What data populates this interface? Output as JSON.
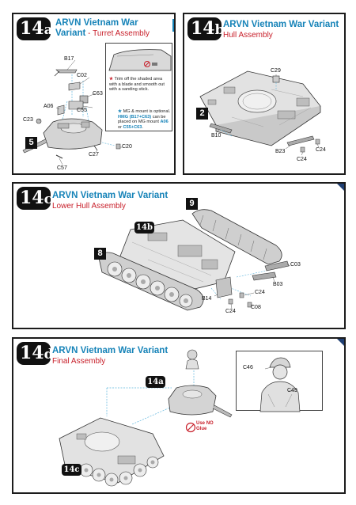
{
  "panels": {
    "a": {
      "step_main": "14",
      "step_sub": "a",
      "title_line1": "ARVN Vietnam War",
      "title_line2": "Variant",
      "title_sep": " - ",
      "subtitle": "Turret Assembly",
      "badge_letter": "E",
      "sub_step": "5",
      "parts": [
        "B17",
        "C02",
        "A06",
        "C55",
        "C63",
        "C23",
        "C27",
        "C20",
        "C57"
      ],
      "note_trim": "Trim off the shaded area with a blade and smooth out with a sanding stick.",
      "note_mg_1": "MG & mount is optional.",
      "note_mg_hmg": "HMG",
      "note_mg_code": "(B17+C63)",
      "note_mg_2": "can be placed on MG mount",
      "note_mg_a06": "A06",
      "note_mg_or": "or",
      "note_mg_c55": "C55+C63",
      "note_mg_end": "."
    },
    "b": {
      "step_main": "14",
      "step_sub": "b",
      "title": "ARVN Vietnam War Variant",
      "subtitle": "Hull Assembly",
      "sub_step": "2",
      "parts": [
        "C29",
        "B10",
        "B23",
        "C24",
        "C24"
      ]
    },
    "c": {
      "step_main": "14",
      "step_sub": "c",
      "title": "ARVN Vietnam War Variant",
      "subtitle": "Lower Hull Assembly",
      "ref_badge": "14b",
      "sub_step_right": "9",
      "sub_step_left": "8",
      "parts": [
        "C03",
        "B03",
        "C24",
        "B14",
        "C24",
        "C08"
      ]
    },
    "d": {
      "step_main": "14",
      "step_sub": "d",
      "title": "ARVN Vietnam War Variant",
      "subtitle": "Final Assembly",
      "ref_top": "14a",
      "ref_bottom": "14c",
      "parts": [
        "C46",
        "C49"
      ],
      "warn_line1": "Use",
      "warn_no": "NO",
      "warn_line2": "Glue"
    }
  },
  "colors": {
    "title_blue": "#1683b8",
    "subtitle_red": "#c8202b",
    "badge_black": "#111111",
    "corner_navy": "#1f3f73",
    "guide_line": "#5fb6dd"
  }
}
